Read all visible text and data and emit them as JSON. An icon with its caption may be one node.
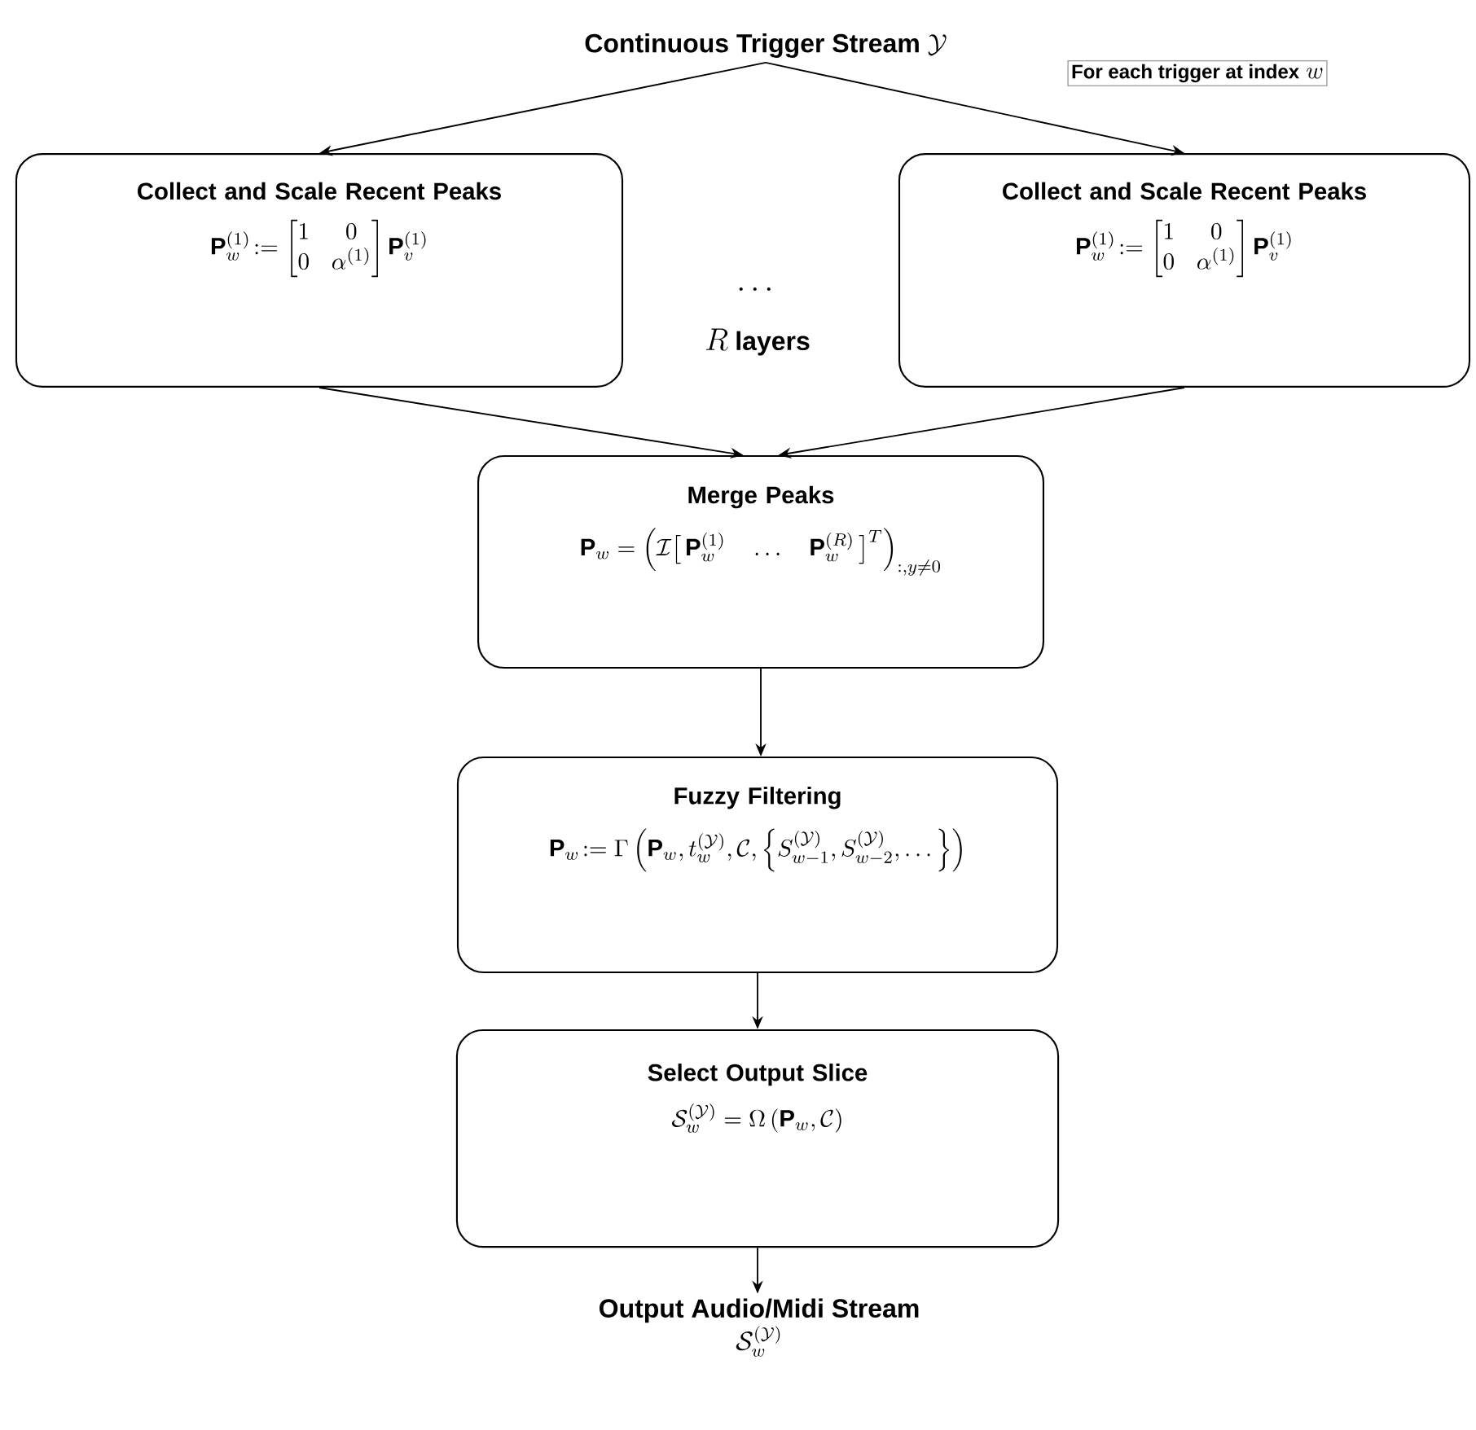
{
  "diagram": {
    "nodes": [
      {
        "text": [
          "Continuous Trigger Stream",
          "\\mathcal{Y}"
        ]
      },
      {
        "text": [
          "Collect and Scale Recent Peaks",
          "\\mathbf{P}_w^{(1)}\\!:=\\begin{bmatrix}1 & 0\\\\ 0 & \\alpha^{(1)}\\end{bmatrix}\\mathbf{P}_v^{(1)}"
        ]
      },
      {
        "text": [
          "Collect and Scale Recent Peaks",
          "\\mathbf{P}_w^{(1)}\\!:=\\begin{bmatrix}1 & 0\\\\ 0 & \\alpha^{(1)}\\end{bmatrix}\\mathbf{P}_v^{(1)}"
        ]
      },
      {
        "text": [
          "Merge Peaks",
          "\\mathbf{P}_w=\\left(\\mathcal{I}\\big[\\,\\mathbf{P}_w^{(1)}\\quad\\dots\\quad\\mathbf{P}_w^{(R)}\\,\\big]^T\\right)_{:,y\\neq 0}"
        ]
      },
      {
        "text": [
          "Fuzzy Filtering",
          "\\mathbf{P}_w\\!:=\\Gamma\\left(\\mathbf{P}_w, t_w^{(\\mathcal{Y})}, \\mathcal{C}, \\left\\{S_{w-1}^{(\\mathcal{Y})}, S_{w-2}^{(\\mathcal{Y})}, \\dots\\right\\}\\right)"
        ]
      },
      {
        "text": [
          "Select Output Slice",
          "\\mathcal{S}_w^{(\\mathcal{Y})}=\\Omega\\left(\\mathbf{P}_w, \\mathcal{C}\\right)"
        ]
      },
      {
        "text": [
          "Output Audio/Midi Stream",
          "\\mathcal{S}_w^{(\\mathcal{Y})}"
        ]
      }
    ],
    "edges": [
      {
        "from": 0,
        "to": 1,
        "arrow": "to"
      },
      {
        "from": 0,
        "to": 2,
        "arrow": "to"
      },
      {
        "from": 1,
        "to": 3,
        "arrow": "to"
      },
      {
        "from": 2,
        "to": 3,
        "arrow": "to"
      },
      {
        "from": 3,
        "to": 4,
        "arrow": "to"
      },
      {
        "from": 4,
        "to": 5,
        "arrow": "to"
      },
      {
        "from": 5,
        "to": 6,
        "arrow": "to"
      }
    ],
    "labels": [
      "For each trigger at index",
      "w",
      "\\cdots",
      "R",
      "layers"
    ]
  }
}
